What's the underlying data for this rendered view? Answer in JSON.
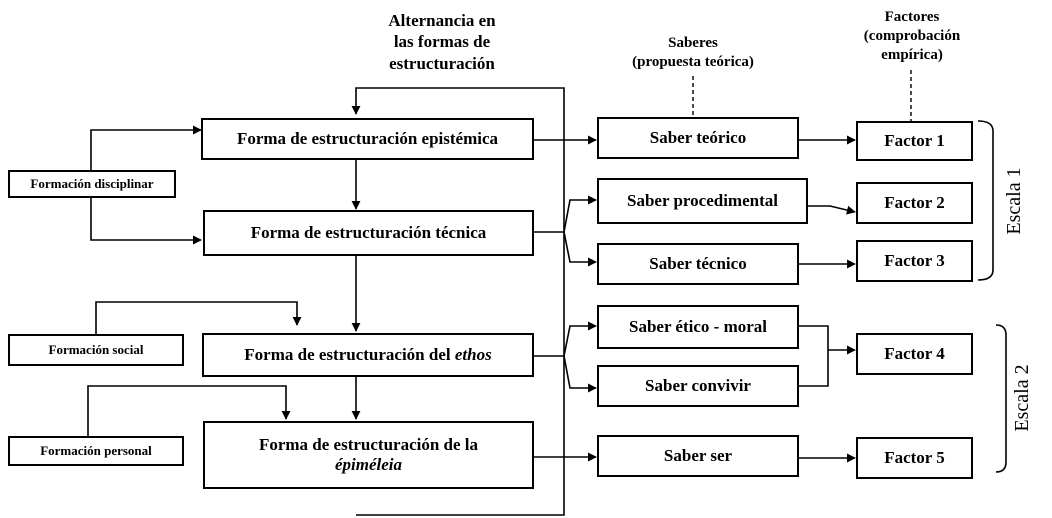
{
  "header": {
    "alternancia": [
      "Alternancia en",
      "las formas de",
      "estructuración"
    ],
    "saberes": [
      "Saberes",
      "(propuesta teórica)"
    ],
    "factores": [
      "Factores",
      "(comprobación",
      "empírica)"
    ]
  },
  "formaciones": {
    "disciplinar": "Formación disciplinar",
    "social": "Formación social",
    "personal": "Formación personal"
  },
  "formas": {
    "epistemica": "Forma de estructuración epistémica",
    "tecnica": "Forma de estructuración técnica",
    "ethos_prefix": "Forma de estructuración del ",
    "ethos_italic": "ethos",
    "epimeleia_line1": "Forma de estructuración de la",
    "epimeleia_italic": "épiméleia"
  },
  "saberes": {
    "teorico": "Saber teórico",
    "procedimental": "Saber procedimental",
    "tecnico": "Saber técnico",
    "etico": "Saber ético - moral",
    "convivir": "Saber convivir",
    "ser": "Saber ser"
  },
  "factores": {
    "f1": "Factor 1",
    "f2": "Factor 2",
    "f3": "Factor 3",
    "f4": "Factor 4",
    "f5": "Factor 5"
  },
  "escalas": {
    "escala1": "Escala 1",
    "escala2": "Escala 2"
  }
}
